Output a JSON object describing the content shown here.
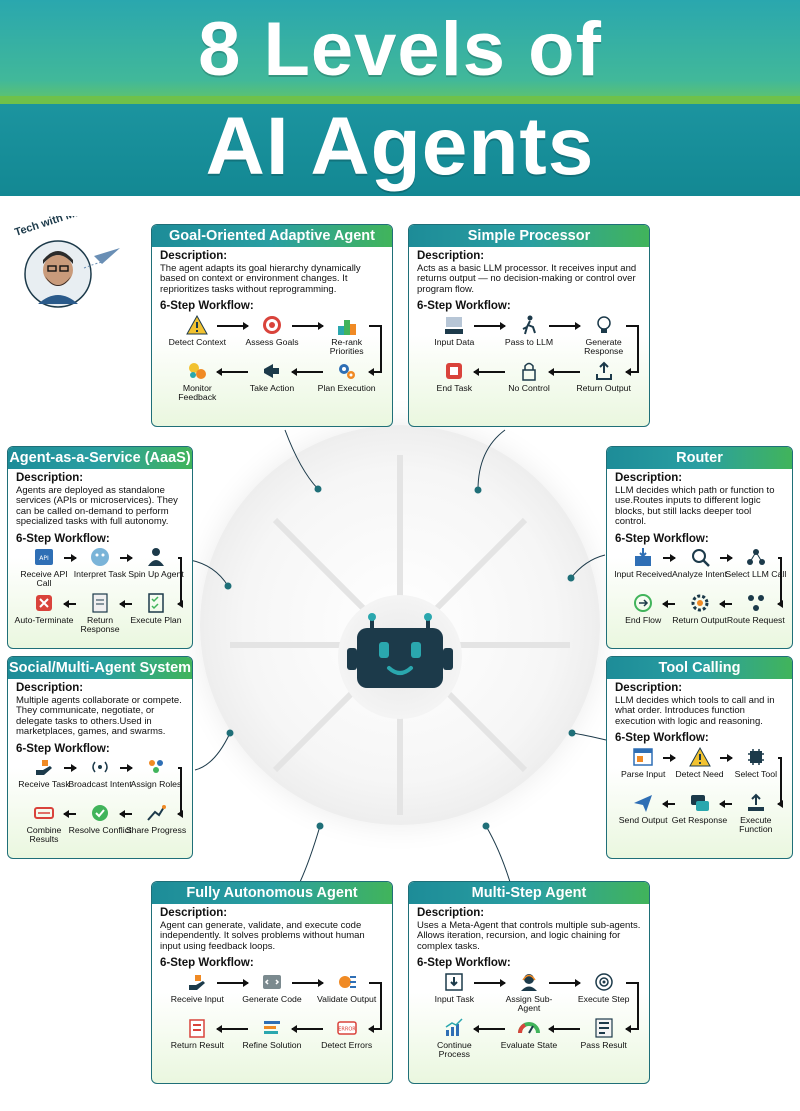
{
  "title": {
    "line1": "8 Levels of",
    "line2": "AI Agents"
  },
  "logo": {
    "text": "Tech with Mak"
  },
  "labels": {
    "description": "Description:",
    "workflow": "6-Step Workflow:"
  },
  "colors": {
    "teal": "#1d8c98",
    "green": "#41b45b",
    "dark": "#1c3a4a",
    "banner": "#1a9aa6"
  },
  "cards": [
    {
      "id": "goal",
      "title": "Goal-Oriented Adaptive Agent",
      "description": "The agent adapts its goal hierarchy dynamically based on context or environment changes. It reprioritizes tasks without reprogramming.",
      "steps": [
        {
          "label": "Detect Context",
          "icon": "warning-triangle-icon"
        },
        {
          "label": "Assess Goals",
          "icon": "target-icon"
        },
        {
          "label": "Re-rank Priorities",
          "icon": "podium-icon"
        },
        {
          "label": "Plan Execution",
          "icon": "gears-icon"
        },
        {
          "label": "Take Action",
          "icon": "megaphone-icon"
        },
        {
          "label": "Monitor Feedback",
          "icon": "emoji-feedback-icon"
        }
      ]
    },
    {
      "id": "simple",
      "title": "Simple Processor",
      "description": "Acts as a basic LLM processor. It receives input and returns output — no decision-making or control over program flow.",
      "steps": [
        {
          "label": "Input Data",
          "icon": "keyboard-icon"
        },
        {
          "label": "Pass to LLM",
          "icon": "runner-icon"
        },
        {
          "label": "Generate Response",
          "icon": "lightbulb-icon"
        },
        {
          "label": "Return Output",
          "icon": "output-icon"
        },
        {
          "label": "No Control",
          "icon": "lock-icon"
        },
        {
          "label": "End Task",
          "icon": "stop-icon"
        }
      ]
    },
    {
      "id": "aaas",
      "title": "Agent-as-a-Service (AaaS)",
      "description": "Agents are deployed as standalone services (APIs or microservices). They can be called on-demand to perform specialized tasks with full autonomy.",
      "steps": [
        {
          "label": "Receive API Call",
          "icon": "api-icon"
        },
        {
          "label": "Interpret Task",
          "icon": "face-icon"
        },
        {
          "label": "Spin Up Agent",
          "icon": "agent-icon"
        },
        {
          "label": "Execute Plan",
          "icon": "checklist-icon"
        },
        {
          "label": "Return Response",
          "icon": "document-icon"
        },
        {
          "label": "Auto-Terminate",
          "icon": "terminate-icon"
        }
      ]
    },
    {
      "id": "router",
      "title": "Router",
      "description": "LLM decides which path or function to use.Routes inputs to different logic blocks, but still lacks deeper tool control.",
      "steps": [
        {
          "label": "Input Received",
          "icon": "inbox-icon"
        },
        {
          "label": "Analyze Intent",
          "icon": "analyze-icon"
        },
        {
          "label": "Select LLM Call",
          "icon": "network-icon"
        },
        {
          "label": "Route Request",
          "icon": "route-icon"
        },
        {
          "label": "Return Output",
          "icon": "cog-return-icon"
        },
        {
          "label": "End Flow",
          "icon": "flow-icon"
        }
      ]
    },
    {
      "id": "social",
      "title": "Social/Multi-Agent System",
      "description": "Multiple agents collaborate or compete. They communicate, negotiate, or delegate tasks to others.Used in marketplaces, games, and swarms.",
      "steps": [
        {
          "label": "Receive Task",
          "icon": "hand-icon"
        },
        {
          "label": "Broadcast Intent",
          "icon": "broadcast-icon"
        },
        {
          "label": "Assign Roles",
          "icon": "team-icon"
        },
        {
          "label": "Share Progress",
          "icon": "share-icon"
        },
        {
          "label": "Resolve Conflict",
          "icon": "badge-icon"
        },
        {
          "label": "Combine Results",
          "icon": "stamp-icon"
        }
      ]
    },
    {
      "id": "tool",
      "title": "Tool Calling",
      "description": "LLM decides which tools to call and in what order. Introduces function execution with logic and reasoning.",
      "steps": [
        {
          "label": "Parse Input",
          "icon": "window-icon"
        },
        {
          "label": "Detect Need",
          "icon": "warning-triangle-icon"
        },
        {
          "label": "Select Tool",
          "icon": "chip-icon"
        },
        {
          "label": "Execute Function",
          "icon": "execute-icon"
        },
        {
          "label": "Get Response",
          "icon": "chat-icon"
        },
        {
          "label": "Send Output",
          "icon": "send-icon"
        }
      ]
    },
    {
      "id": "autonomous",
      "title": "Fully Autonomous Agent",
      "description": "Agent can generate, validate, and execute code independently. It solves problems without human input using feedback loops.",
      "steps": [
        {
          "label": "Receive Input",
          "icon": "hand-icon"
        },
        {
          "label": "Generate Code",
          "icon": "code-icon"
        },
        {
          "label": "Validate Output",
          "icon": "validate-icon"
        },
        {
          "label": "Detect Errors",
          "icon": "error-icon"
        },
        {
          "label": "Refine Solution",
          "icon": "bars-icon"
        },
        {
          "label": "Return Result",
          "icon": "result-icon"
        }
      ]
    },
    {
      "id": "multistep",
      "title": "Multi-Step Agent",
      "description": "Uses a Meta-Agent that controls multiple sub-agents. Allows iteration, recursion, and logic chaining for complex tasks.",
      "steps": [
        {
          "label": "Input Task",
          "icon": "download-icon"
        },
        {
          "label": "Assign Sub-Agent",
          "icon": "headset-icon"
        },
        {
          "label": "Execute Step",
          "icon": "step-icon"
        },
        {
          "label": "Pass Result",
          "icon": "report-icon"
        },
        {
          "label": "Evaluate State",
          "icon": "gauge-icon"
        },
        {
          "label": "Continue Process",
          "icon": "growth-icon"
        }
      ]
    }
  ]
}
